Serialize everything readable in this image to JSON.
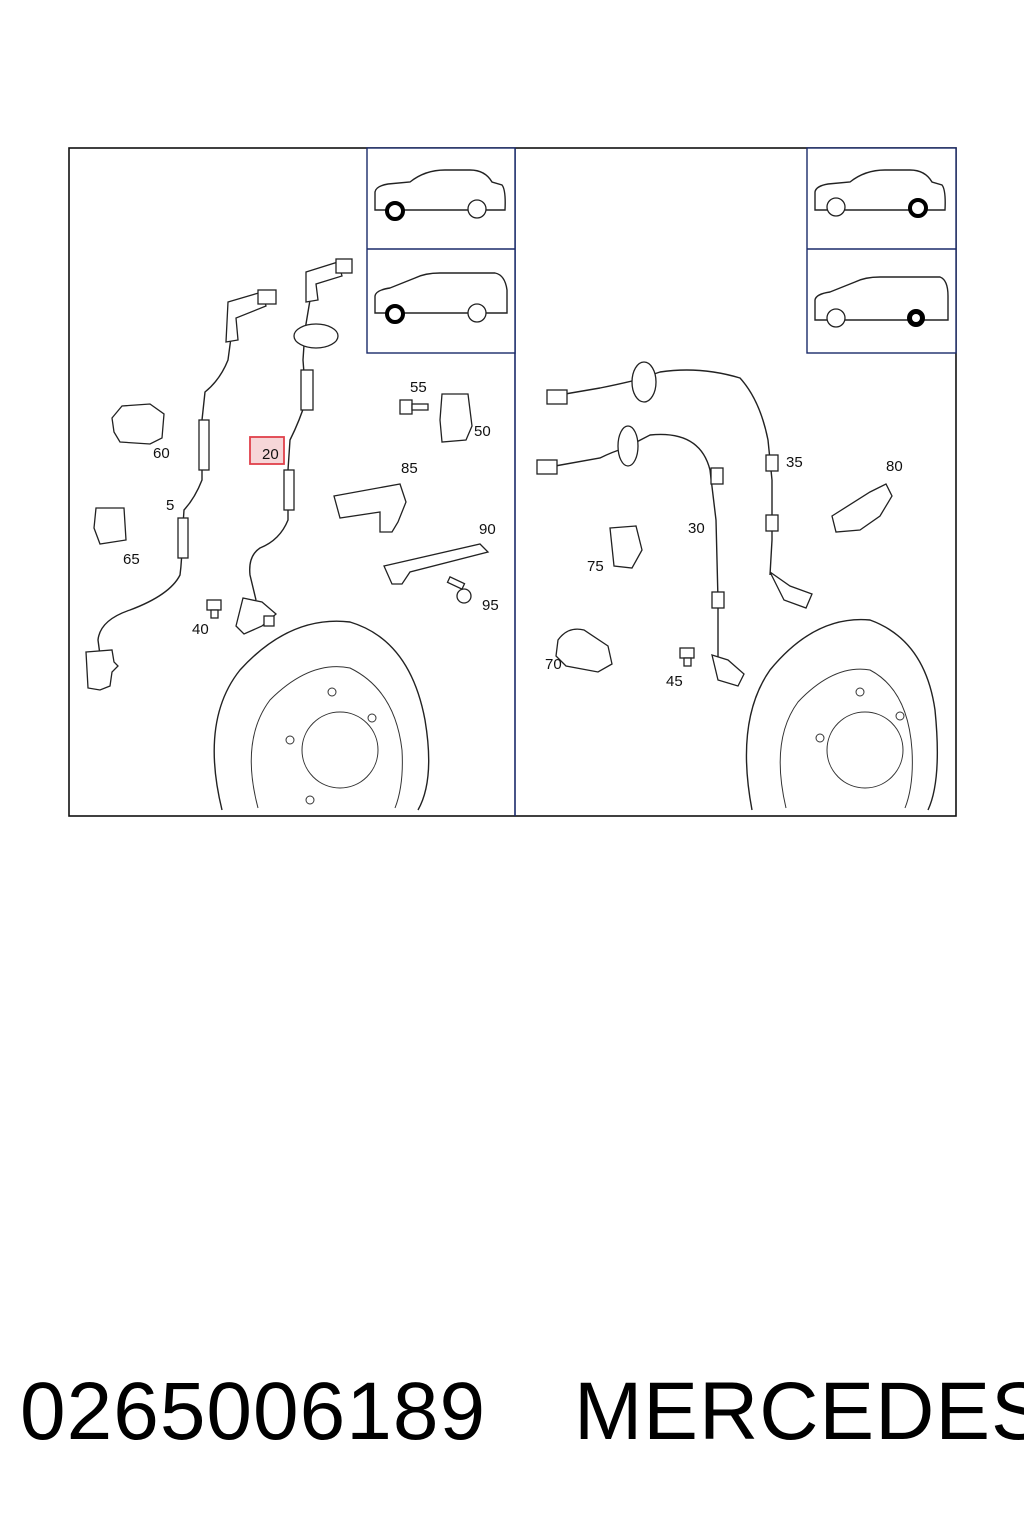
{
  "callouts": {
    "p5": "5",
    "p20": "20",
    "p30": "30",
    "p35": "35",
    "p40": "40",
    "p45": "45",
    "p50": "50",
    "p55": "55",
    "p60": "60",
    "p65": "65",
    "p70": "70",
    "p75": "75",
    "p80": "80",
    "p85": "85",
    "p90": "90",
    "p95": "95"
  },
  "highlight": {
    "callout": "20",
    "color": "#e0404a",
    "fill": "#f6d6d8"
  },
  "frame_color": "#1a2a6a",
  "car_icons": [
    "sedan-front-wheel-icon",
    "estate-front-wheel-icon",
    "sedan-rear-wheel-icon",
    "estate-rear-wheel-icon"
  ],
  "footer": {
    "part_number": "0265006189",
    "brand": "MERCEDES"
  }
}
